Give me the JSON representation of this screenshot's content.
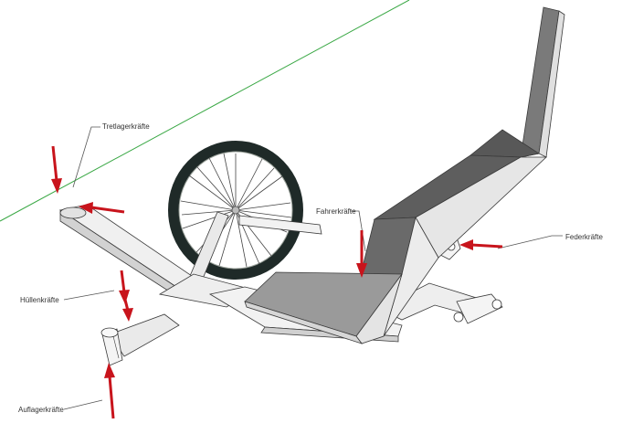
{
  "labels": {
    "tretlager": "Tretlagerkräfte",
    "fahrer": "Fahrerkräfte",
    "feder": "Federkräfte",
    "huellen": "Hüllenkräfte",
    "auflager": "Auflagerkräfte"
  },
  "colors": {
    "arrow": "#c8141c",
    "frame_light": "#f0f0f0",
    "frame_shade": "#d2d2d2",
    "seat_top": "#7a7a7a",
    "seat_side": "#585858",
    "seat_panel": "#9a9a9a",
    "tire": "#1f2a28",
    "axis_green": "#3aa845",
    "outline": "#3a3a3a"
  }
}
